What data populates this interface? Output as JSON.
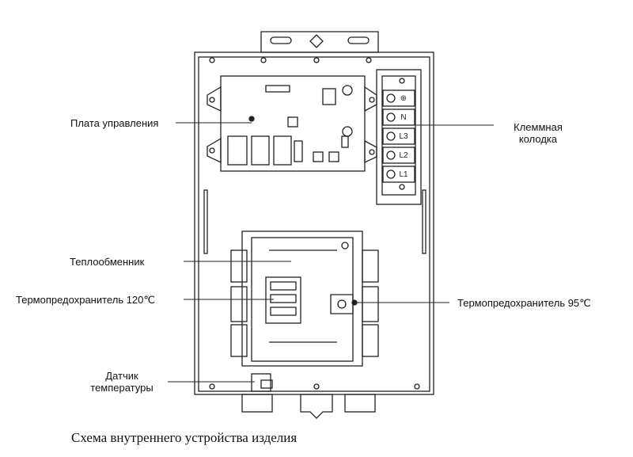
{
  "labels": {
    "control_board": "Плата управления",
    "terminal_block_line1": "Клеммная",
    "terminal_block_line2": "колодка",
    "heat_exchanger": "Теплообменник",
    "fuse_120": "Термопредохранитель 120℃",
    "fuse_95": "Термопредохранитель 95℃",
    "temp_sensor_line1": "Датчик",
    "temp_sensor_line2": "температуры"
  },
  "terminal_marks": [
    "⊕",
    "N",
    "L3",
    "L2",
    "L1"
  ],
  "caption": "Схема внутреннего устройства изделия"
}
